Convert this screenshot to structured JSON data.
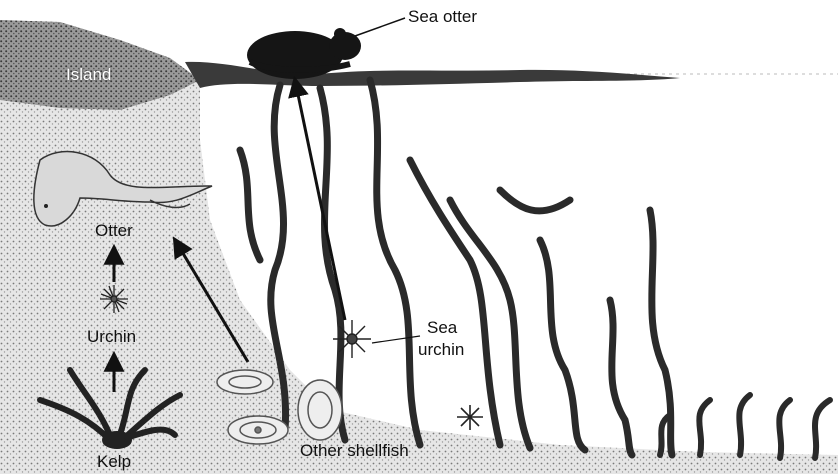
{
  "labels": {
    "sea_otter": "Sea otter",
    "island": "Island",
    "otter": "Otter",
    "urchin": "Urchin",
    "kelp": "Kelp",
    "sea_urchin_line1": "Sea",
    "sea_urchin_line2": "urchin",
    "other_shellfish": "Other shellfish"
  },
  "colors": {
    "ink": "#111111",
    "island_fill": "#8a8a8a",
    "sea_floor": "#d4d4d4",
    "kelp_stroke": "#222222",
    "otter_fill": "#d9d9d9"
  }
}
